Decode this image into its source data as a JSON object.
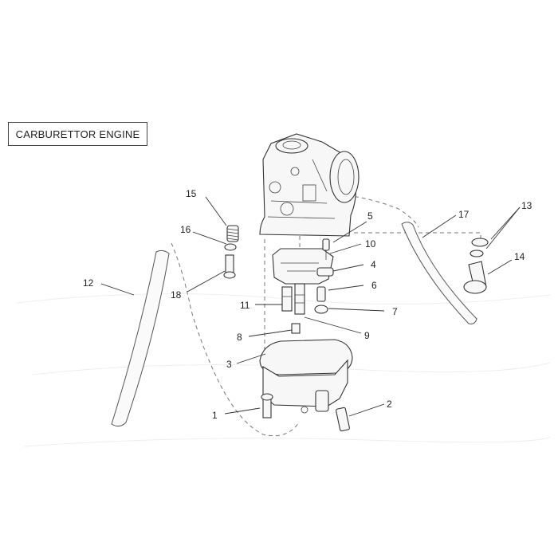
{
  "diagram": {
    "title": "CARBURETTOR ENGINE",
    "callouts": [
      "1",
      "2",
      "3",
      "4",
      "5",
      "6",
      "7",
      "8",
      "9",
      "10",
      "11",
      "12",
      "13",
      "14",
      "15",
      "16",
      "17",
      "18"
    ]
  }
}
